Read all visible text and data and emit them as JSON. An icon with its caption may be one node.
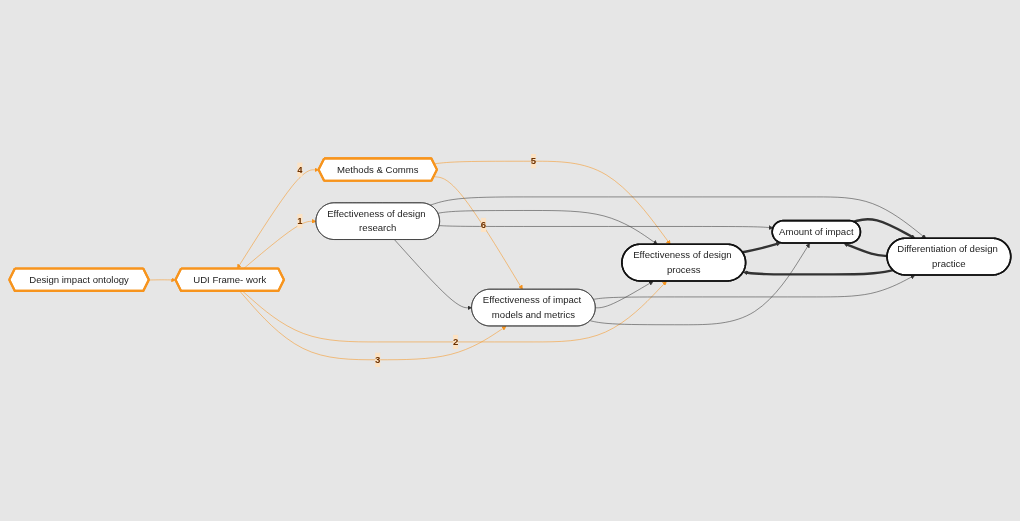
{
  "diagram": {
    "nodes": [
      {
        "text": [
          "Design impact ontology"
        ]
      },
      {
        "text": [
          "UDI Frame- work"
        ]
      },
      {
        "text": [
          "Methods & Comms"
        ]
      },
      {
        "text": [
          "Effectiveness of design research"
        ]
      },
      {
        "text": [
          "Differentiation of design practice"
        ]
      },
      {
        "text": [
          "Effectiveness of design process"
        ]
      },
      {
        "text": [
          "Amount of impact"
        ]
      },
      {
        "text": [
          "Effectiveness of impact models and metrics"
        ]
      }
    ],
    "edges": [
      {
        "from": 0,
        "to": 1,
        "arrow": "to",
        "color": "#f7941d"
      },
      {
        "from": 1,
        "to": 2,
        "arrow": "both",
        "label": "4",
        "color": "#f7941d"
      },
      {
        "from": 1,
        "to": 3,
        "arrow": "to",
        "label": "1",
        "color": "#f7941d"
      },
      {
        "from": 1,
        "to": 5,
        "arrow": "to",
        "label": "2",
        "color": "#f7941d"
      },
      {
        "from": 1,
        "to": 7,
        "arrow": "to",
        "label": "3",
        "color": "#f7941d"
      },
      {
        "from": 2,
        "to": 5,
        "arrow": "to",
        "label": "5",
        "color": "#f7941d"
      },
      {
        "from": 2,
        "to": 7,
        "arrow": "to",
        "label": "6",
        "color": "#f7941d"
      },
      {
        "from": 3,
        "to": 4,
        "arrow": "to"
      },
      {
        "from": 3,
        "to": 5,
        "arrow": "to"
      },
      {
        "from": 3,
        "to": 6,
        "arrow": "to"
      },
      {
        "from": 3,
        "to": 7,
        "arrow": "to"
      },
      {
        "from": 4,
        "to": 5,
        "arrow": "to",
        "style": "thick"
      },
      {
        "from": 5,
        "to": 6,
        "arrow": "to",
        "style": "thick"
      },
      {
        "from": 6,
        "to": 4,
        "arrow": "to",
        "style": "thick"
      },
      {
        "from": 4,
        "to": 6,
        "arrow": "to",
        "style": "thick"
      },
      {
        "from": 7,
        "to": 4,
        "arrow": "to"
      },
      {
        "from": 7,
        "to": 5,
        "arrow": "to"
      },
      {
        "from": 7,
        "to": 6,
        "arrow": "to"
      }
    ]
  }
}
